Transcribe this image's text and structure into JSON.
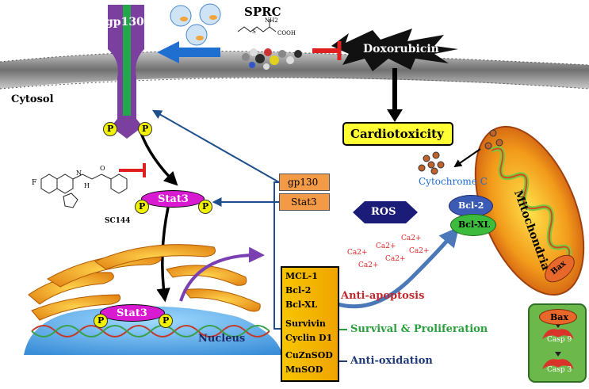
{
  "labels": {
    "gp130_receptor": "gp130",
    "sprc": "SPRC",
    "doxorubicin": "Doxorubicin",
    "cytosol": "Cytosol",
    "cardiotoxicity": "Cardiotoxicity",
    "mitochondria": "Mitochondria",
    "cytochrome_c": "Cytochrome C",
    "sc144": "SC144",
    "stat3_cytoplasm": "Stat3",
    "stat3_nuclear": "Stat3",
    "nucleus": "Nucleus",
    "ros": "ROS",
    "bcl2_mito": "Bcl-2",
    "bclxl_mito": "Bcl-XL",
    "bax_mito": "Bax",
    "p": "P"
  },
  "sprc_structure": {
    "nh2": "NH2",
    "cooh": "COOH",
    "s": "S"
  },
  "sc144_structure": {
    "f": "F",
    "n": "N",
    "h": "H",
    "o": "O"
  },
  "targets_small": [
    "gp130",
    "Stat3"
  ],
  "target_genes": {
    "anti_apoptosis": [
      "MCL-1",
      "Bcl-2",
      "Bcl-XL"
    ],
    "survival": [
      "Survivin",
      "Cyclin D1"
    ],
    "anti_oxidation": [
      "CuZnSOD",
      "MnSOD"
    ]
  },
  "effects": {
    "anti_apoptosis": "Anti-apoptosis",
    "survival": "Survival & Proliferation",
    "anti_oxidation": "Anti-oxidation"
  },
  "calcium_ions": [
    "Ca2+",
    "Ca2+",
    "Ca2+",
    "Ca2+",
    "Ca2+",
    "Ca2+"
  ],
  "caspase_box": {
    "bax": "Bax",
    "casp9": "Casp 9",
    "casp3": "Casp 3"
  },
  "colors": {
    "membrane": "#8c8c8c",
    "receptor": "#7b3fa0",
    "receptor_core": "#22a84a",
    "stat3": "#d81bd0",
    "phospho": "#f2f200",
    "gene_box": "#f5b800",
    "small_box": "#f39a47",
    "arrow_blue": "#1e4f8c",
    "inhibit_red": "#e02020",
    "anti_apoptosis_text": "#c0282d",
    "survival_text": "#2aa03c",
    "anti_oxidation_text": "#1f3a78",
    "sprc_arrow": "#1f6fd0",
    "cardio_box": "#ffff33",
    "mito_bcl2": "#3b5bb5",
    "mito_bclxl": "#3dbb3d",
    "bax": "#e8672a",
    "caspase_box": "#6db84a"
  }
}
